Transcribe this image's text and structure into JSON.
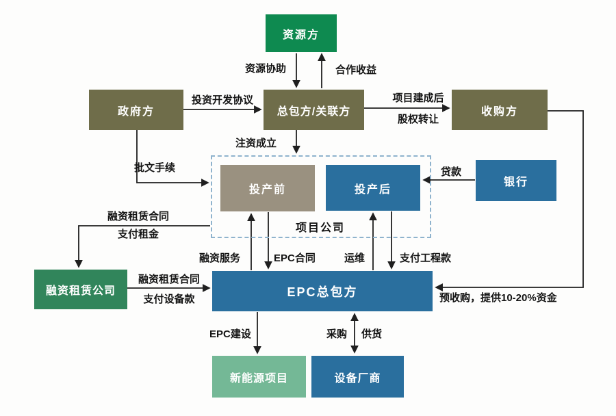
{
  "nodes": {
    "resource": "资源方",
    "government": "政府方",
    "contractor": "总包方/关联方",
    "acquirer": "收购方",
    "pre_production": "投产前",
    "post_production": "投产后",
    "bank": "银行",
    "project_company": "项目公司",
    "leasing_company": "融资租赁公司",
    "epc_contractor": "EPC总包方",
    "new_energy_project": "新能源项目",
    "equipment_vendor": "设备厂商"
  },
  "edges": {
    "resource_assist": "资源协助",
    "cooperation_income": "合作收益",
    "investment_agreement": "投资开发协议",
    "equity_transfer_line1": "项目建成后",
    "equity_transfer_line2": "股权转让",
    "capital_injection": "注资成立",
    "approval_procedure": "批文手续",
    "loan": "贷款",
    "lease_contract_rent_line1": "融资租赁合同",
    "lease_contract_rent_line2": "支付租金",
    "financing_service": "融资服务",
    "epc_contract": "EPC合同",
    "operation_maintenance": "运维",
    "pay_project_funds": "支付工程款",
    "lease_contract_equipment_line1": "融资租赁合同",
    "lease_contract_equipment_line2": "支付设备款",
    "pre_acquisition": "预收购，提供10-20%资金",
    "epc_construction": "EPC建设",
    "procurement": "采购",
    "supply": "供货"
  },
  "colors": {
    "green": "#0e8a50",
    "olive": "#6f6d4a",
    "taupe": "#9a9180",
    "blue": "#2a6f9e",
    "sage": "#74b896",
    "forest": "#31855b",
    "dashed-border": "#8fb3cd",
    "arrow": "#1f1f1f",
    "background": "#fdfdfc",
    "label-text": "#141414"
  }
}
